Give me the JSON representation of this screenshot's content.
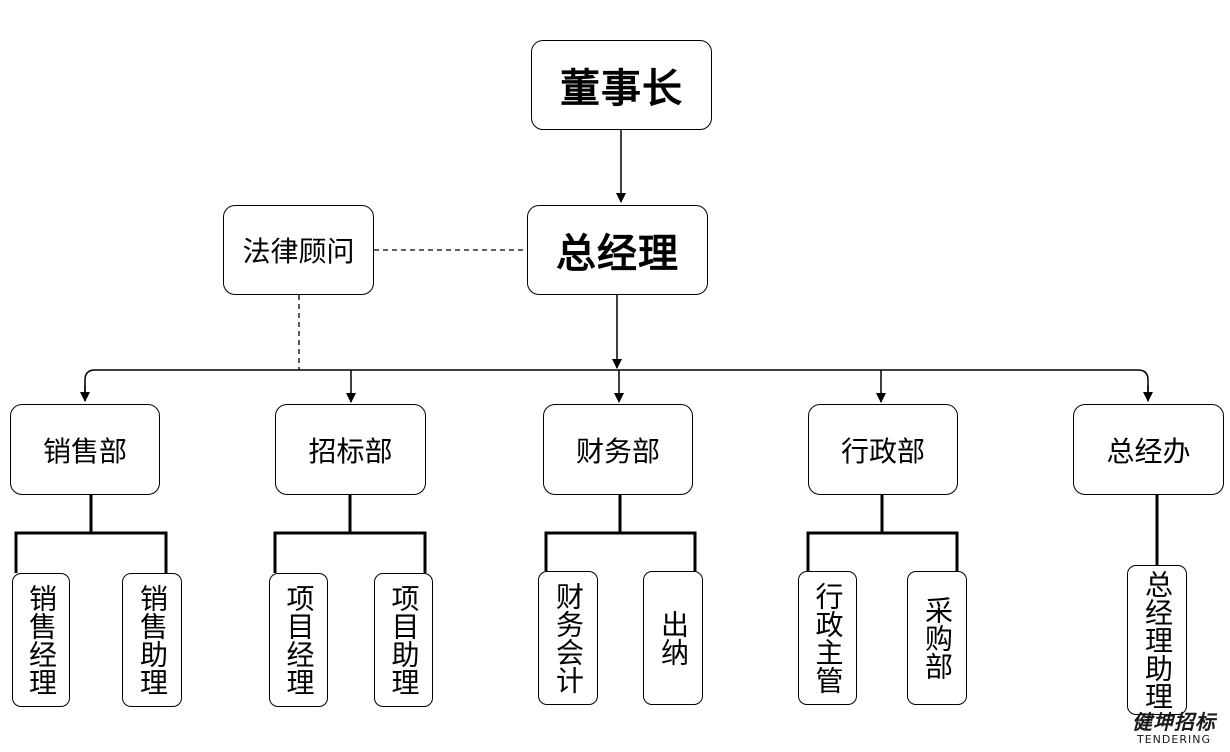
{
  "chairman": "董事长",
  "general_manager": "总经理",
  "legal_advisor": "法律顾问",
  "departments": [
    {
      "name": "销售部",
      "roles": [
        "销售经理",
        "销售助理"
      ]
    },
    {
      "name": "招标部",
      "roles": [
        "项目经理",
        "项目助理"
      ]
    },
    {
      "name": "财务部",
      "roles": [
        "财务会计",
        "出纳"
      ]
    },
    {
      "name": "行政部",
      "roles": [
        "行政主管",
        "采购部"
      ]
    },
    {
      "name": "总经办",
      "roles": [
        "总经理助理"
      ]
    }
  ],
  "watermark": {
    "cn": "健坤招标",
    "en": "TENDERING"
  }
}
